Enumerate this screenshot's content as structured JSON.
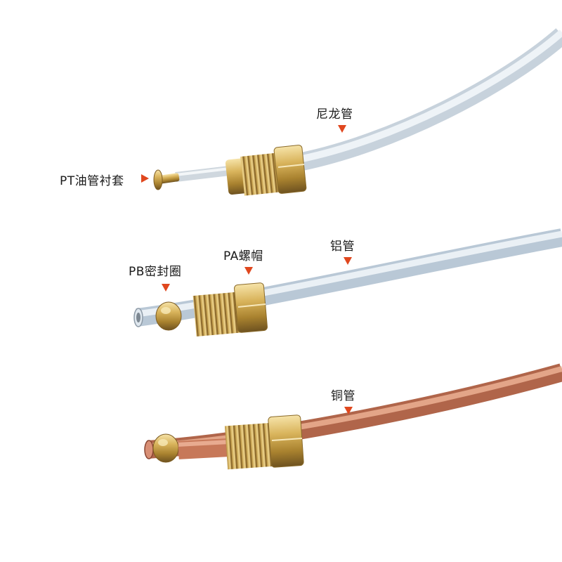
{
  "colors": {
    "background": "#ffffff",
    "accent_arrow": "#e0471e",
    "nylon_tube": "#dde6ee",
    "aluminum_tube": "#c9d6e3",
    "copper_tube": "#c8785a",
    "brass": "#c9a24e"
  },
  "labels": {
    "nylon_tube": "尼龙管",
    "pt_liner": "PT油管衬套",
    "aluminum_tube": "铝管",
    "pa_nut": "PA螺帽",
    "pb_seal": "PB密封圈",
    "copper_tube": "铜管"
  }
}
